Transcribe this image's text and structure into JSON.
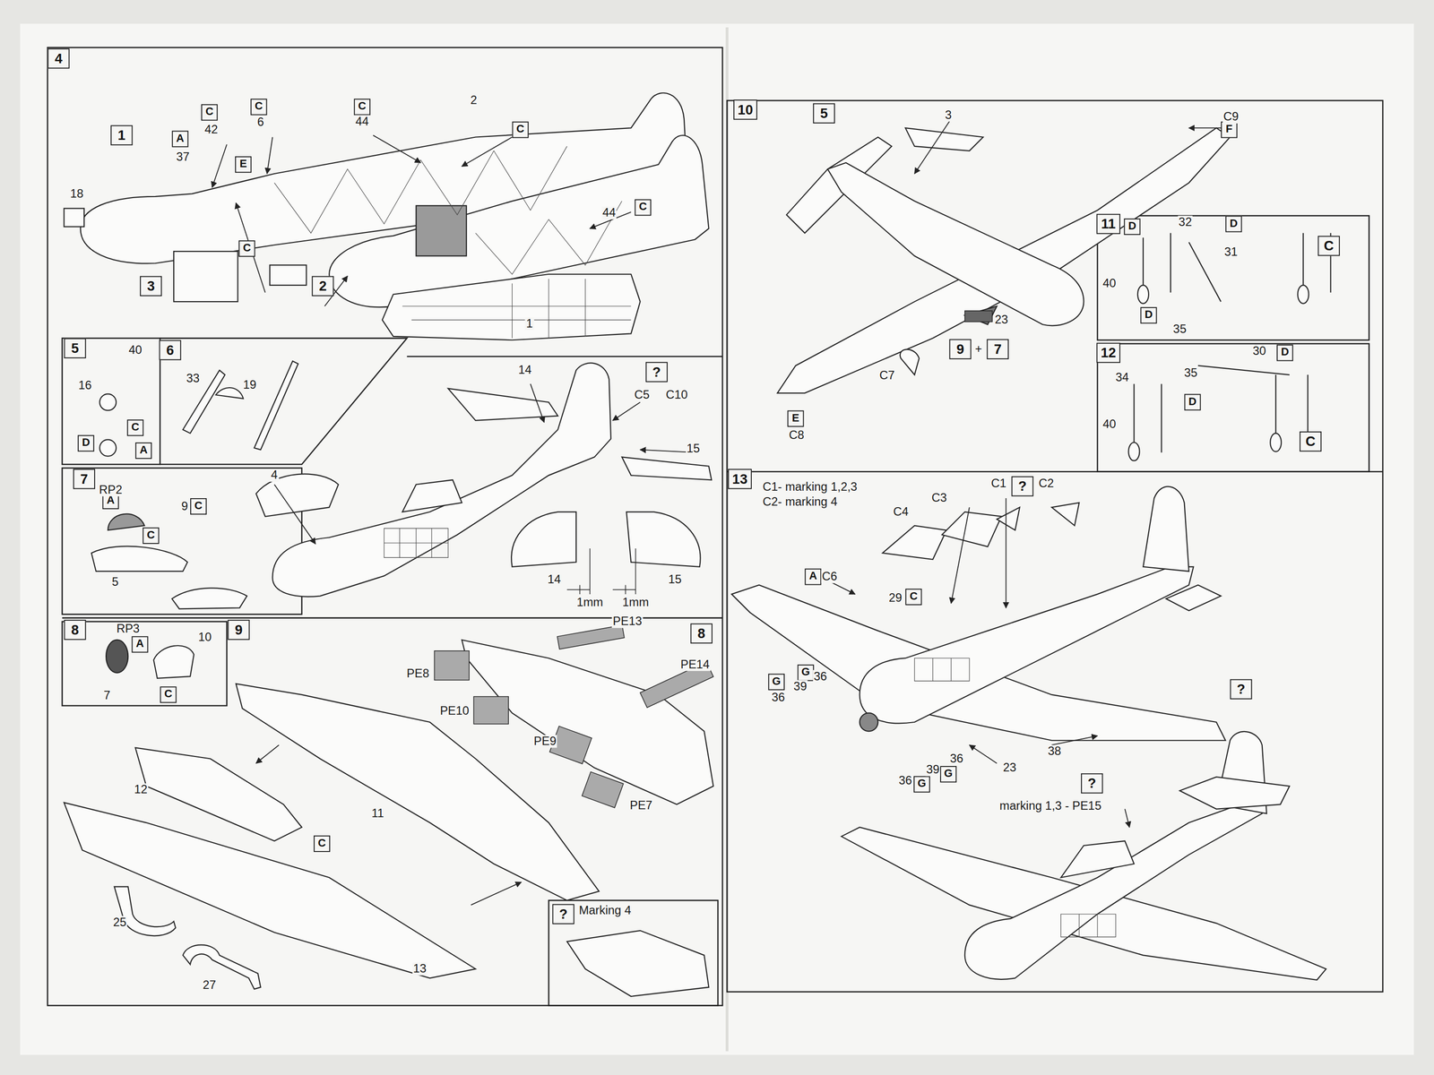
{
  "diagram": {
    "nodes": [
      {
        "text": [
          "4"
        ]
      },
      {
        "text": [
          "C"
        ]
      },
      {
        "text": [
          "C"
        ]
      },
      {
        "text": [
          "C"
        ]
      },
      {
        "text": [
          "C"
        ]
      },
      {
        "text": [
          "1"
        ]
      },
      {
        "text": [
          "A"
        ]
      },
      {
        "text": [
          "E"
        ]
      },
      {
        "text": [
          "C"
        ]
      },
      {
        "text": [
          "C"
        ]
      },
      {
        "text": [
          "3"
        ]
      },
      {
        "text": [
          "2"
        ]
      },
      {
        "text": [
          "5"
        ]
      },
      {
        "text": [
          "6"
        ]
      },
      {
        "text": [
          "?"
        ]
      },
      {
        "text": [
          "C"
        ]
      },
      {
        "text": [
          "D"
        ]
      },
      {
        "text": [
          "A"
        ]
      },
      {
        "text": [
          "7"
        ]
      },
      {
        "text": [
          "A"
        ]
      },
      {
        "text": [
          "C"
        ]
      },
      {
        "text": [
          "C"
        ]
      },
      {
        "text": [
          "8"
        ]
      },
      {
        "text": [
          "9"
        ]
      },
      {
        "text": [
          "8"
        ]
      },
      {
        "text": [
          "A"
        ]
      },
      {
        "text": [
          "C"
        ]
      },
      {
        "text": [
          "C"
        ]
      },
      {
        "text": [
          "?"
        ]
      },
      {
        "text": [
          "10"
        ]
      },
      {
        "text": [
          "5"
        ]
      },
      {
        "text": [
          "F"
        ]
      },
      {
        "text": [
          "11"
        ]
      },
      {
        "text": [
          "D"
        ]
      },
      {
        "text": [
          "D"
        ]
      },
      {
        "text": [
          "C"
        ]
      },
      {
        "text": [
          "D"
        ]
      },
      {
        "text": [
          "9"
        ]
      },
      {
        "text": [
          "7"
        ]
      },
      {
        "text": [
          "12"
        ]
      },
      {
        "text": [
          "D"
        ]
      },
      {
        "text": [
          "D"
        ]
      },
      {
        "text": [
          "E"
        ]
      },
      {
        "text": [
          "C"
        ]
      },
      {
        "text": [
          "13"
        ]
      },
      {
        "text": [
          "?"
        ]
      },
      {
        "text": [
          "A"
        ]
      },
      {
        "text": [
          "C"
        ]
      },
      {
        "text": [
          "G"
        ]
      },
      {
        "text": [
          "G"
        ]
      },
      {
        "text": [
          "?"
        ]
      },
      {
        "text": [
          "G"
        ]
      },
      {
        "text": [
          "G"
        ]
      },
      {
        "text": [
          "?"
        ]
      }
    ],
    "labels": [
      "2",
      "6",
      "44",
      "42",
      "37",
      "18",
      "44",
      "1",
      "40",
      "16",
      "14",
      "33",
      "19",
      "C5",
      "C10",
      "15",
      "RP2",
      "9",
      "4",
      "5",
      "14",
      "15",
      "1mm",
      "1mm",
      "RP3",
      "PE13",
      "10",
      "PE14",
      "PE8",
      "7",
      "PE10",
      "PE9",
      "12",
      "PE7",
      "11",
      "Marking 4",
      "25",
      "13",
      "27",
      "3",
      "C9",
      "32",
      "31",
      "40",
      "23",
      "35",
      "+",
      "30",
      "35",
      "C7",
      "34",
      "40",
      "C8",
      "C1",
      "C2",
      "C1- marking 1,2,3",
      "C3",
      "C2- marking 4",
      "C4",
      "C6",
      "29",
      "36",
      "39",
      "36",
      "38",
      "36",
      "23",
      "39",
      "36",
      "marking 1,3 - PE15"
    ]
  }
}
